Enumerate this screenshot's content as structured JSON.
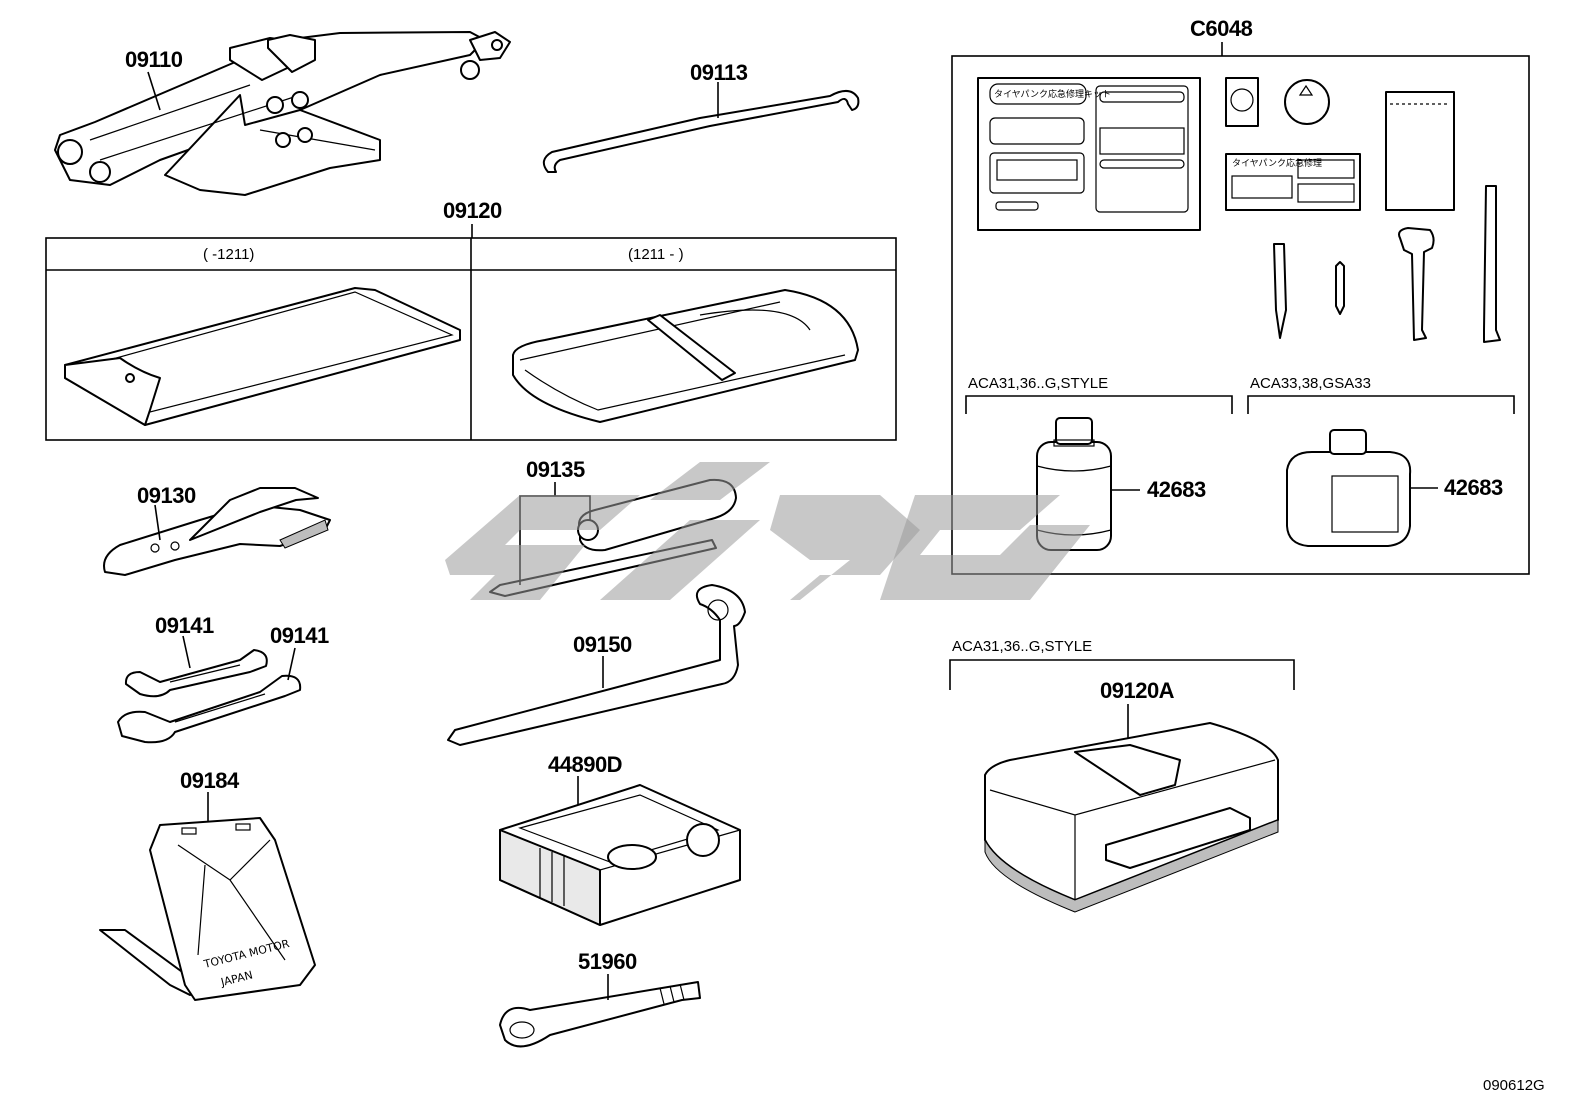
{
  "callouts": {
    "p09110": "09110",
    "p09113": "09113",
    "p09120": "09120",
    "p09130": "09130",
    "p09135": "09135",
    "p09141a": "09141",
    "p09141b": "09141",
    "p09150": "09150",
    "p09184": "09184",
    "p44890d": "44890D",
    "p51960": "51960",
    "c6048": "C6048",
    "p42683a": "42683",
    "p42683b": "42683",
    "p09120a": "09120A"
  },
  "table_09120": {
    "col_left": "(        -1211)",
    "col_right": "(1211 -        )"
  },
  "variants": {
    "aca31_a": "ACA31,36..G,STYLE",
    "aca33": "ACA33,38,GSA33",
    "aca31_b": "ACA31,36..G,STYLE"
  },
  "stand_text": {
    "line1": "TOYOTA MOTOR",
    "line2": "JAPAN"
  },
  "kit_label_text": {
    "sticker1": "タイヤパンク応急修理キット",
    "sticker2": "タイヤパンク応急修理"
  },
  "footer_code": "090612G",
  "colors": {
    "line": "#000000",
    "watermark": "#9a9a9a",
    "background": "#ffffff"
  }
}
